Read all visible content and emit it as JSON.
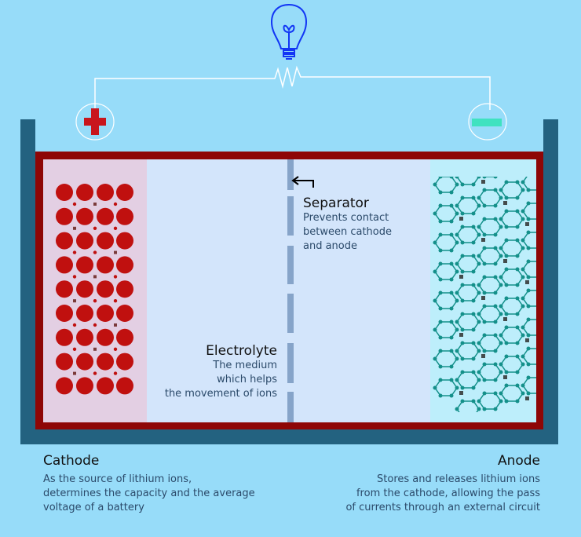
{
  "colors": {
    "background": "#97dcf9",
    "casing": "#236280",
    "frame": "#8e0606",
    "cathode_bg": "#e3cfe3",
    "electrolyte_bg": "#d3e5fb",
    "anode_bg": "#bdeefb",
    "separator": "#86a4c9",
    "cathode_atom": "#c0100f",
    "anode_lattice": "#14908a",
    "ion": "#444c4c",
    "bulb": "#1236f5",
    "positive": "#c8161d",
    "negative": "#3fe2c0"
  },
  "icons": [
    "light-bulb-icon",
    "resistor-icon",
    "positive-terminal-icon",
    "negative-terminal-icon",
    "arrow-left-icon"
  ],
  "separator": {
    "title": "Separator",
    "desc": [
      "Prevents contact",
      "between cathode",
      "and anode"
    ]
  },
  "electrolyte": {
    "title": "Electrolyte",
    "desc": [
      "The medium",
      "which helps",
      "the movement of ions"
    ]
  },
  "cathode": {
    "title": "Cathode",
    "desc": [
      "As the source of lithium ions,",
      "determines the capacity and the average",
      "voltage of a battery"
    ]
  },
  "anode": {
    "title": "Anode",
    "desc": [
      "Stores and releases lithium ions",
      "from the cathode, allowing the pass",
      "of currents through an external circuit"
    ]
  }
}
